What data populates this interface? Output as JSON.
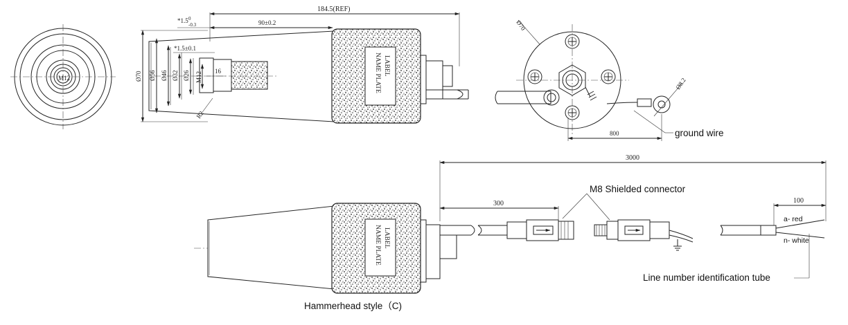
{
  "front_view": {
    "thread_label": "M12"
  },
  "side_view": {
    "dims": {
      "overall": "184.5(REF)",
      "protrusion": "90±0.2",
      "offset_tol": "*1.5",
      "offset_tol_sup": "0",
      "offset_tol_sub": "-0.3",
      "offset_2": "*1.5±0.1",
      "dia_70": "Ø70",
      "dia_56": "Ø56",
      "dia_46": "Ø46",
      "dia_32": "Ø32",
      "dia_26": "Ø26",
      "thread": "M12",
      "small": "16",
      "radius": "R2"
    },
    "plate_line1": "LABEL",
    "plate_line2": "NAME PLATE"
  },
  "end_view": {
    "dia": "Ø70",
    "hole": "Ø8.2",
    "length": "800",
    "ground_label": "ground wire"
  },
  "cable_view": {
    "total": "3000",
    "first": "300",
    "tail": "100",
    "connector_label": "M8 Shielded connector",
    "wire_a": "a- red",
    "wire_n": "n- white",
    "tube_label": "Line number identification tube",
    "style_label": "Hammerhead style（C)",
    "plate_line1": "LABEL",
    "plate_line2": "NAME PLATE"
  }
}
